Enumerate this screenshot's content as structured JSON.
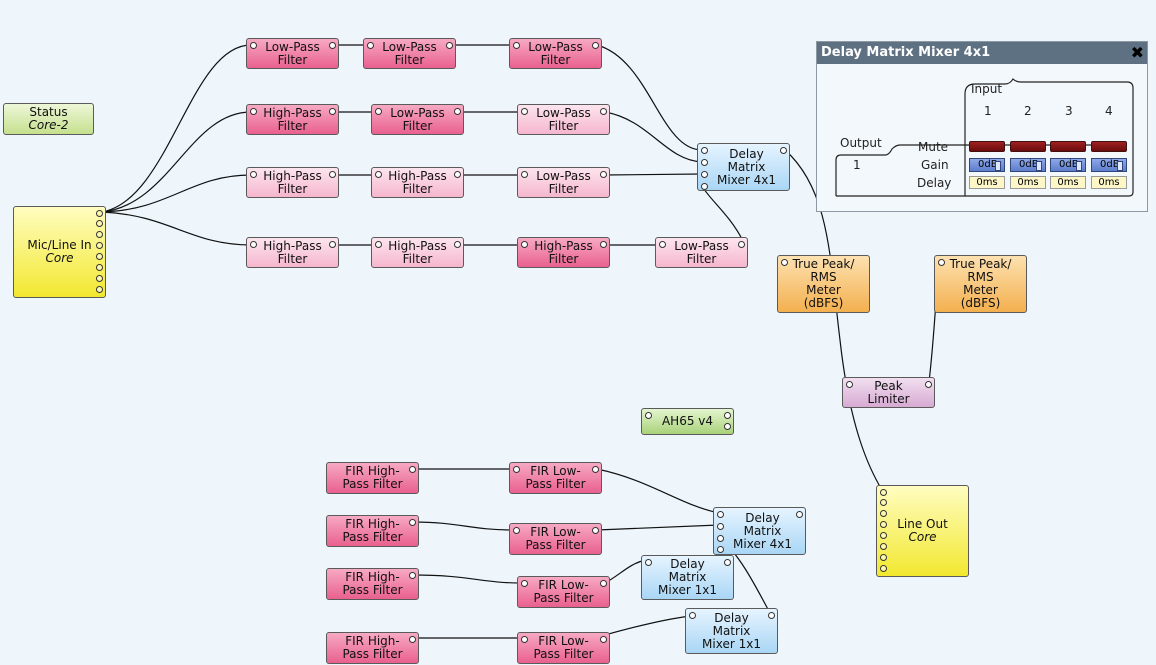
{
  "status_block": {
    "label": "Status",
    "sub": "Core-2"
  },
  "mic_block": {
    "label": "Mic/Line In",
    "sub": "Core"
  },
  "lineout_block": {
    "label": "Line Out",
    "sub": "Core"
  },
  "ah65_block": {
    "label": "AH65 v4"
  },
  "filters": {
    "r1": [
      "Low-Pass\nFilter",
      "Low-Pass\nFilter",
      "Low-Pass\nFilter"
    ],
    "r2": [
      "High-Pass\nFilter",
      "Low-Pass\nFilter",
      "Low-Pass\nFilter"
    ],
    "r3": [
      "High-Pass\nFilter",
      "High-Pass\nFilter",
      "Low-Pass\nFilter"
    ],
    "r4": [
      "High-Pass\nFilter",
      "High-Pass\nFilter",
      "High-Pass\nFilter",
      "Low-Pass\nFilter"
    ]
  },
  "mixer_top": "Delay\nMatrix\nMixer 4x1",
  "meter_label": "True Peak/\nRMS\nMeter\n(dBFS)",
  "limiter_label": "Peak\nLimiter",
  "fir": {
    "hp": "FIR High-\nPass Filter",
    "lp": "FIR Low-\nPass Filter"
  },
  "mixer_bottom": "Delay\nMatrix\nMixer 4x1",
  "mixer_1x1": "Delay\nMatrix\nMixer 1x1",
  "panel": {
    "title": "Delay Matrix Mixer 4x1",
    "close_icon": "close-x-icon",
    "input_label": "Input",
    "output_label": "Output",
    "inputs": [
      "1",
      "2",
      "3",
      "4"
    ],
    "outputs": [
      "1"
    ],
    "row_mute": "Mute",
    "row_gain": "Gain",
    "row_delay": "Delay",
    "gain_values": [
      "0dB",
      "0dB",
      "0dB",
      "0dB"
    ],
    "delay_values": [
      "0ms",
      "0ms",
      "0ms",
      "0ms"
    ]
  },
  "colors": {
    "background": "#eef6fc",
    "panel_title_bg": "#5e7183",
    "mute_red": "#8a1414",
    "gain_blue": "#6f8bd6"
  }
}
